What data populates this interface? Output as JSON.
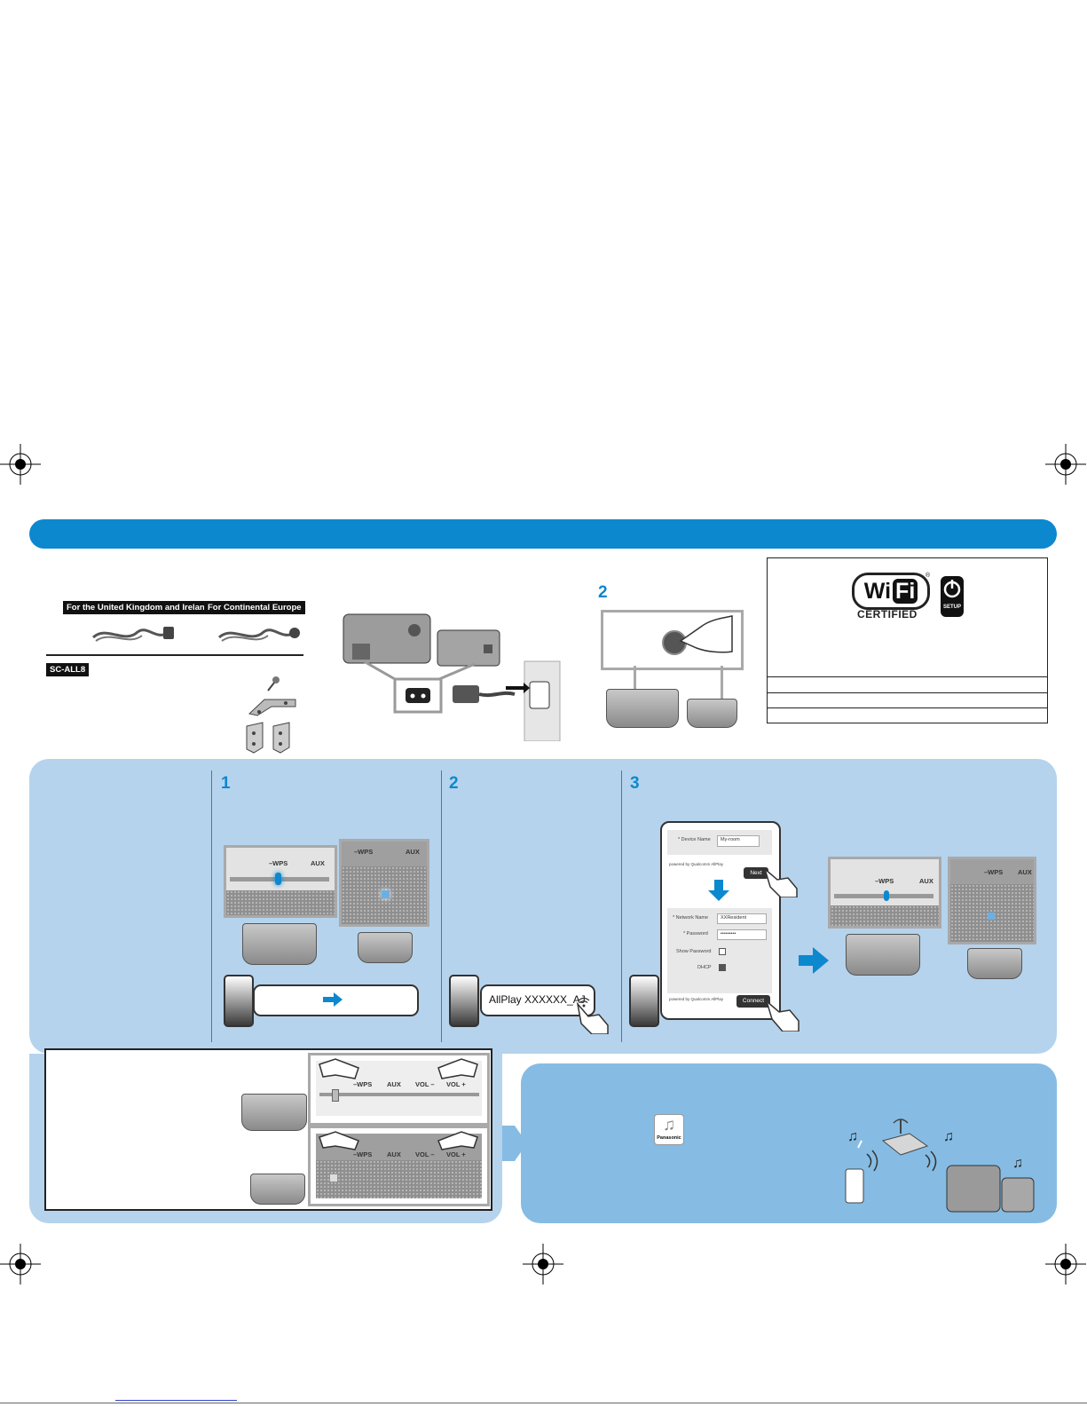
{
  "accessories": {
    "uk_label": "For the United Kingdom and Ireland",
    "eu_label": "For Continental Europe",
    "model_label": "SC-ALL8"
  },
  "power_step": {
    "number": "2"
  },
  "wifi_logo": {
    "wifi_word_a": "Wi",
    "wifi_word_b": "Fi",
    "registered": "®",
    "certified": "CERTIFIED",
    "setup_badge": "SETUP"
  },
  "network_steps": {
    "step1": {
      "number": "1"
    },
    "step2": {
      "number": "2",
      "ssid": "AllPlay XXXXXX_AJ"
    },
    "step3": {
      "number": "3"
    }
  },
  "panel_labels": {
    "wps": "–WPS",
    "aux": "AUX",
    "vol_minus": "VOL –",
    "vol_plus": "VOL +"
  },
  "setup_form": {
    "device_name_label": "* Device Name",
    "device_name_value": "My-room",
    "powered_by": "powered by  Qualcomm AllPlay",
    "next_button": "Next",
    "network_name_label": "* Network Name",
    "network_name_value": "XXResident",
    "password_label": "* Password",
    "password_value": "•••••••••",
    "show_password_label": "Show Password",
    "dhcp_label": "DHCP",
    "connect_button": "Connect"
  },
  "app": {
    "brand": "Panasonic"
  },
  "colors": {
    "banner": "#0c88cf",
    "panel_light": "#b5d3ec",
    "panel_mid": "#86bce3"
  },
  "icons": [
    "registration-mark-icon",
    "arrow-right-icon",
    "arrow-down-icon",
    "wifi-icon",
    "music-note-icon",
    "router-icon"
  ]
}
